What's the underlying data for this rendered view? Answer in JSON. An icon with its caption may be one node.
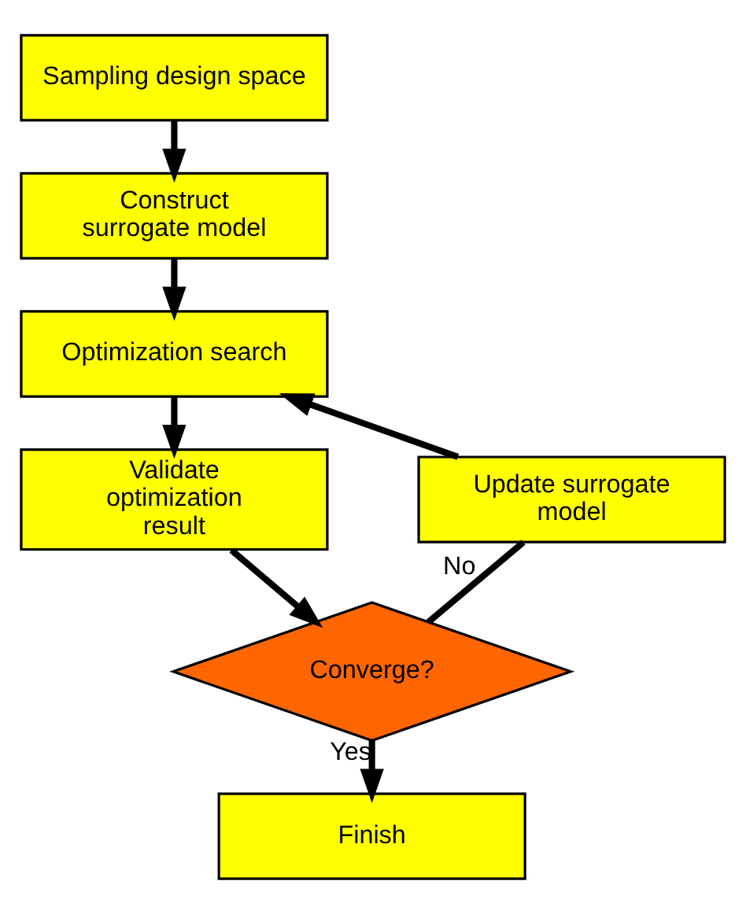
{
  "diagram": {
    "nodes": [
      {
        "text": [
          "Sampling design space"
        ]
      },
      {
        "text": [
          "Construct surrogate model"
        ]
      },
      {
        "text": [
          "Optimization search"
        ]
      },
      {
        "text": [
          "Validate optimization result"
        ]
      },
      {
        "text": [
          "Converge?"
        ]
      },
      {
        "text": [
          "Finish"
        ]
      },
      {
        "text": [
          "Update surrogate model"
        ]
      }
    ],
    "edges": [
      {
        "from": 0,
        "to": 1,
        "arrow": "to"
      },
      {
        "from": 1,
        "to": 2,
        "arrow": "to"
      },
      {
        "from": 2,
        "to": 3,
        "arrow": "to"
      },
      {
        "from": 3,
        "to": 4,
        "arrow": "to"
      },
      {
        "from": 4,
        "to": 5,
        "label": "Yes",
        "arrow": "to"
      },
      {
        "from": 4,
        "to": 6,
        "label": "No",
        "arrow": "none"
      },
      {
        "from": 6,
        "to": 2,
        "arrow": "to"
      }
    ]
  }
}
